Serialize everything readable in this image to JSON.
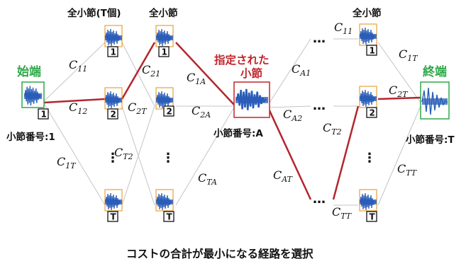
{
  "header_labels": {
    "column1": "全小節(T個)",
    "column2": "全小節",
    "column4": "全小節"
  },
  "start": {
    "title": "始端",
    "measure_number": "小節番号:1",
    "badge": "1"
  },
  "end": {
    "title": "終端",
    "measure_number": "小節番号:T"
  },
  "selected": {
    "title_line1": "指定された",
    "title_line2": "小節",
    "measure_number": "小節番号:A"
  },
  "badges": {
    "one": "1",
    "two": "2",
    "last": "T"
  },
  "ellipsis": {
    "dots": "…",
    "vdots": "⋮"
  },
  "costs": {
    "c11": {
      "main": "C",
      "sub": "11"
    },
    "c12": {
      "main": "C",
      "sub": "12"
    },
    "c1T": {
      "main": "C",
      "sub": "1T"
    },
    "c21": {
      "main": "C",
      "sub": "21"
    },
    "c2T": {
      "main": "C",
      "sub": "2T"
    },
    "cT2": {
      "main": "C",
      "sub": "T2"
    },
    "c1A": {
      "main": "C",
      "sub": "1A"
    },
    "c2A": {
      "main": "C",
      "sub": "2A"
    },
    "cTA": {
      "main": "C",
      "sub": "TA"
    },
    "cA1": {
      "main": "C",
      "sub": "A1"
    },
    "cA2": {
      "main": "C",
      "sub": "A2"
    },
    "cAT": {
      "main": "C",
      "sub": "AT"
    },
    "c11b": {
      "main": "C",
      "sub": "11"
    },
    "cT2b": {
      "main": "C",
      "sub": "T2"
    },
    "cTT": {
      "main": "C",
      "sub": "TT"
    },
    "c1Tb": {
      "main": "C",
      "sub": "1T"
    },
    "c2Tb": {
      "main": "C",
      "sub": "2T"
    },
    "cTTb": {
      "main": "C",
      "sub": "TT"
    }
  },
  "caption": "コストの合計が最小になる経路を選択",
  "colors": {
    "path_red": "#b3262e",
    "edge_gray": "#c4c4c4",
    "wave_blue": "#2a5db8",
    "frame_orange": "#e8a13a",
    "start_green": "#2ea84a",
    "selected_red": "#c0262d"
  }
}
